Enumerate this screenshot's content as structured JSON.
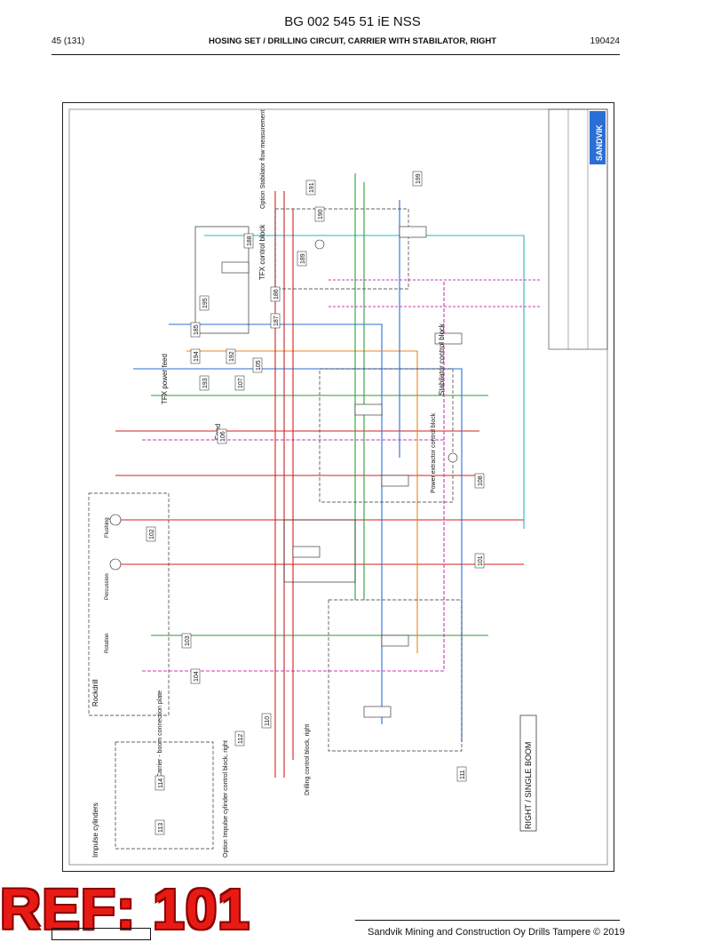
{
  "header": {
    "doc_code": "BG 002 545 51 iE NSS",
    "page": "45 (131)",
    "title": "HOSING SET / DRILLING CIRCUIT, CARRIER WITH STABILATOR, RIGHT",
    "date": "190424"
  },
  "schematic": {
    "labels": {
      "feed": "Feed",
      "tfx_power_feed": "TFX power feed",
      "tfx_control_block": "TFX control block",
      "stabilator_flow": "Option Stabilator flow measurement",
      "stabilator_control": "Stabilator control block",
      "power_extractor": "Power extractor control block",
      "rockdrill": "Rockdrill",
      "rotation": "Rotation",
      "percussion": "Percussion",
      "flushing": "Flushing",
      "carrier_boom": "Carrier - boom connection plate",
      "drilling_control": "Drilling control block, right",
      "impulse_cylinders": "Impulse cylinders",
      "impulse_option": "Option Impulse cylinder control block, right",
      "right_single_boom": "RIGHT / SINGLE BOOM",
      "brand": "SANDVIK"
    },
    "numbers": [
      "101",
      "102",
      "103",
      "104",
      "105",
      "106",
      "107",
      "108",
      "110",
      "111",
      "112",
      "113",
      "114",
      "185",
      "186",
      "187",
      "188",
      "189",
      "190",
      "191",
      "192",
      "193",
      "194",
      "195",
      "199"
    ]
  },
  "ref_stamp": "REF: 101",
  "footer": {
    "text": "Sandvik Mining and Construction Oy Drills Tampere © 2019"
  },
  "colors": {
    "ref_fill": "#e81b14",
    "line_red": "#d62020",
    "line_blue": "#2a6fd6",
    "line_green": "#2e9e3a",
    "line_magenta": "#c93ab5",
    "line_orange": "#e8861f",
    "line_cyan": "#28b6c9"
  }
}
